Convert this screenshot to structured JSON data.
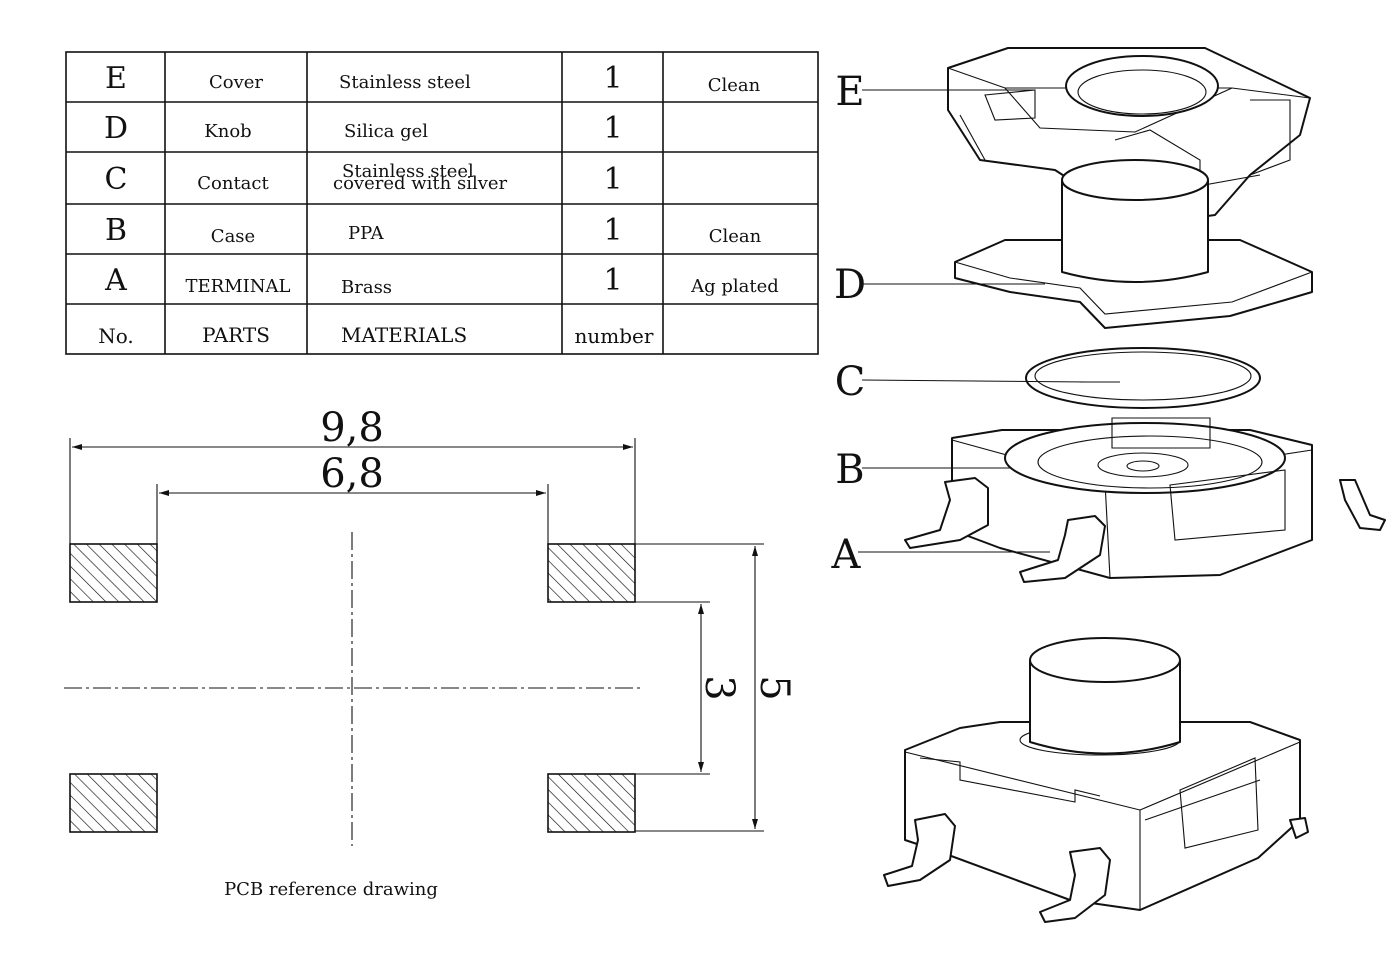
{
  "parts_table": {
    "rows": [
      {
        "id": "E",
        "part": "Cover",
        "material": "Stainless steel",
        "qty": "1",
        "note": "Clean"
      },
      {
        "id": "D",
        "part": "Knob",
        "material": "Silica gel",
        "qty": "1",
        "note": ""
      },
      {
        "id": "C",
        "part": "Contact",
        "material": "Stainless steel",
        "material2": "covered with silver",
        "qty": "1",
        "note": ""
      },
      {
        "id": "B",
        "part": "Case",
        "material": "PPA",
        "qty": "1",
        "note": "Clean"
      },
      {
        "id": "A",
        "part": "TERMINAL",
        "material": "Brass",
        "qty": "1",
        "note": "Ag plated"
      }
    ],
    "header": {
      "id": "No.",
      "part": "PARTS",
      "material": "MATERIALS",
      "qty": "number",
      "note": ""
    }
  },
  "pcb": {
    "dim_outer_width": "9,8",
    "dim_inner_width": "6,8",
    "dim_inner_height": "3",
    "dim_outer_height": "5",
    "caption": "PCB reference drawing"
  },
  "exploded_view": {
    "callouts": [
      "E",
      "D",
      "C",
      "B",
      "A"
    ]
  },
  "colors": {
    "line": "#111111",
    "background": "#ffffff"
  }
}
